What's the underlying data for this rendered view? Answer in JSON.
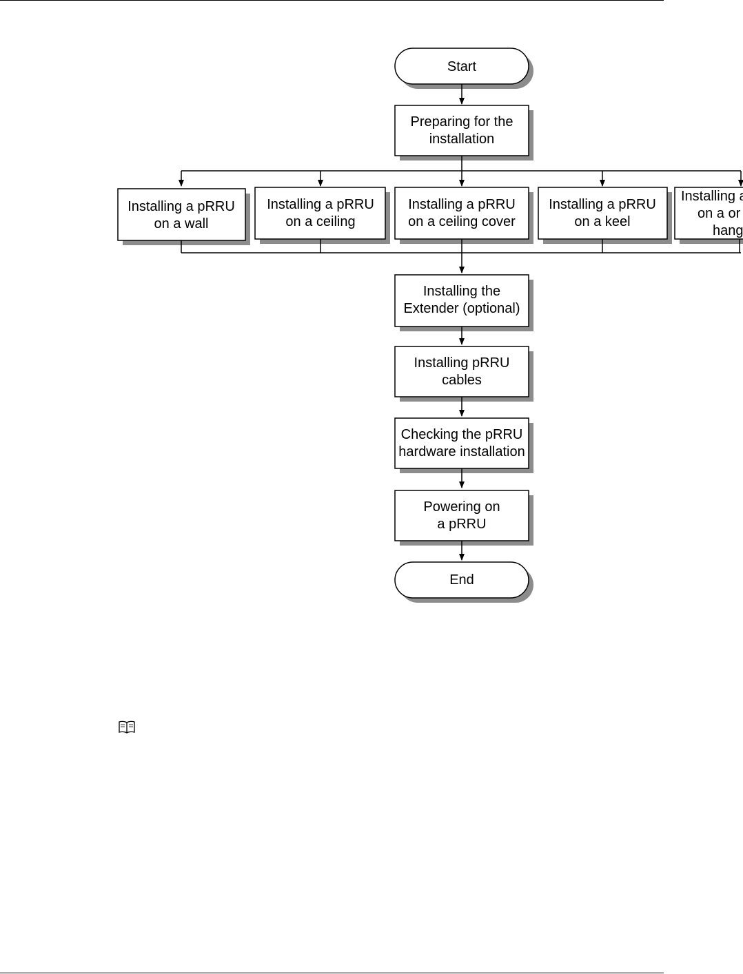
{
  "flowchart": {
    "start": {
      "label": "Start"
    },
    "prepare": {
      "lines": [
        "Preparing for the",
        "installation"
      ]
    },
    "options": [
      {
        "lines": [
          "Installing a pRRU",
          "on a wall"
        ]
      },
      {
        "lines": [
          "Installing a  pRRU",
          "on a ceiling"
        ]
      },
      {
        "lines": [
          "Installing a  pRRU",
          "on a ceiling cover"
        ]
      },
      {
        "lines": [
          "Installing a  pRRU",
          "on a keel"
        ]
      },
      {
        "lines": [
          "Installing a",
          "on a or",
          "hang"
        ]
      }
    ],
    "extender": {
      "lines": [
        "Installing the",
        "Extender (optional)"
      ]
    },
    "cables": {
      "lines": [
        "Installing pRRU",
        "cables"
      ]
    },
    "check": {
      "lines": [
        "Checking the pRRU",
        "hardware installation"
      ]
    },
    "power": {
      "lines": [
        "Powering on",
        "a pRRU"
      ]
    },
    "end": {
      "label": "End"
    }
  },
  "note": {
    "icon": "book-icon"
  },
  "colors": {
    "stroke": "#000000",
    "fill": "#ffffff",
    "shadow": "#8c8c8c"
  }
}
